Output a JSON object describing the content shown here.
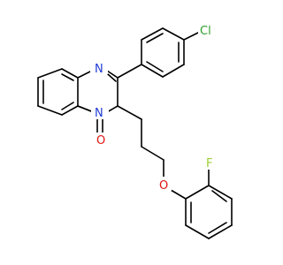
{
  "molecule": {
    "atoms": {
      "chlorine": {
        "symbol": "Cl",
        "color": "#2ca02c"
      },
      "nitrogen_ring": {
        "symbol": "N",
        "color": "#1f3bd6"
      },
      "nitrogen_amide": {
        "symbol": "N",
        "color": "#1f3bd6"
      },
      "oxygen_carbonyl": {
        "symbol": "O",
        "color": "#e01414"
      },
      "oxygen_ether": {
        "symbol": "O",
        "color": "#e01414"
      },
      "fluorine": {
        "symbol": "F",
        "color": "#9acd32"
      }
    },
    "bond_color": "#000000",
    "background": "#ffffff"
  }
}
